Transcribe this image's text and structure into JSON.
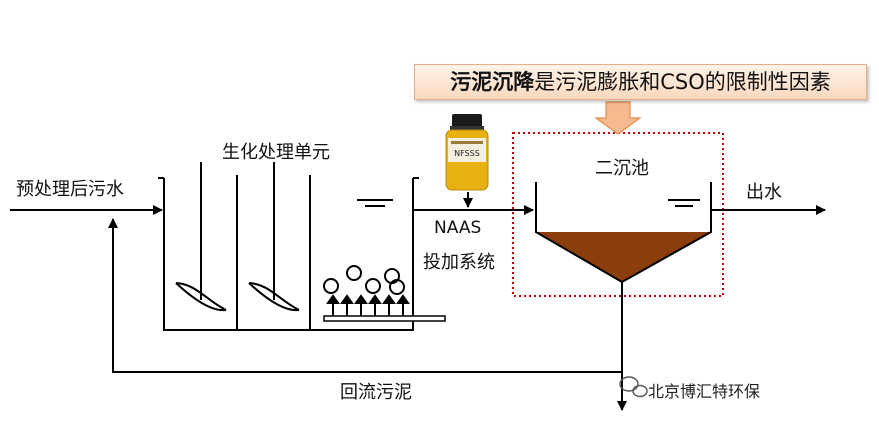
{
  "banner": {
    "highlight": "污泥沉降",
    "rest": "是污泥膨胀和CSO的限制性因素"
  },
  "labels": {
    "inflow": "预处理后污水",
    "bio_unit": "生化处理单元",
    "naas": "NAAS",
    "dosing": "投加系统",
    "clarifier": "二沉池",
    "effluent": "出水",
    "return_sludge": "回流污泥"
  },
  "bottle_label": "NFSSS",
  "watermark": "北京博汇特环保",
  "icons": [
    "mixer-icon",
    "aeration-bubble-icon",
    "wechat-icon",
    "chemical-bottle-icon"
  ],
  "colors": {
    "sludge": "#8b3d0c",
    "banner_bg": "#fbd8bd",
    "highlight_frame": "#c00000",
    "bottle_liquid": "#e8b10f",
    "arrow_down": "#f7b98f"
  }
}
